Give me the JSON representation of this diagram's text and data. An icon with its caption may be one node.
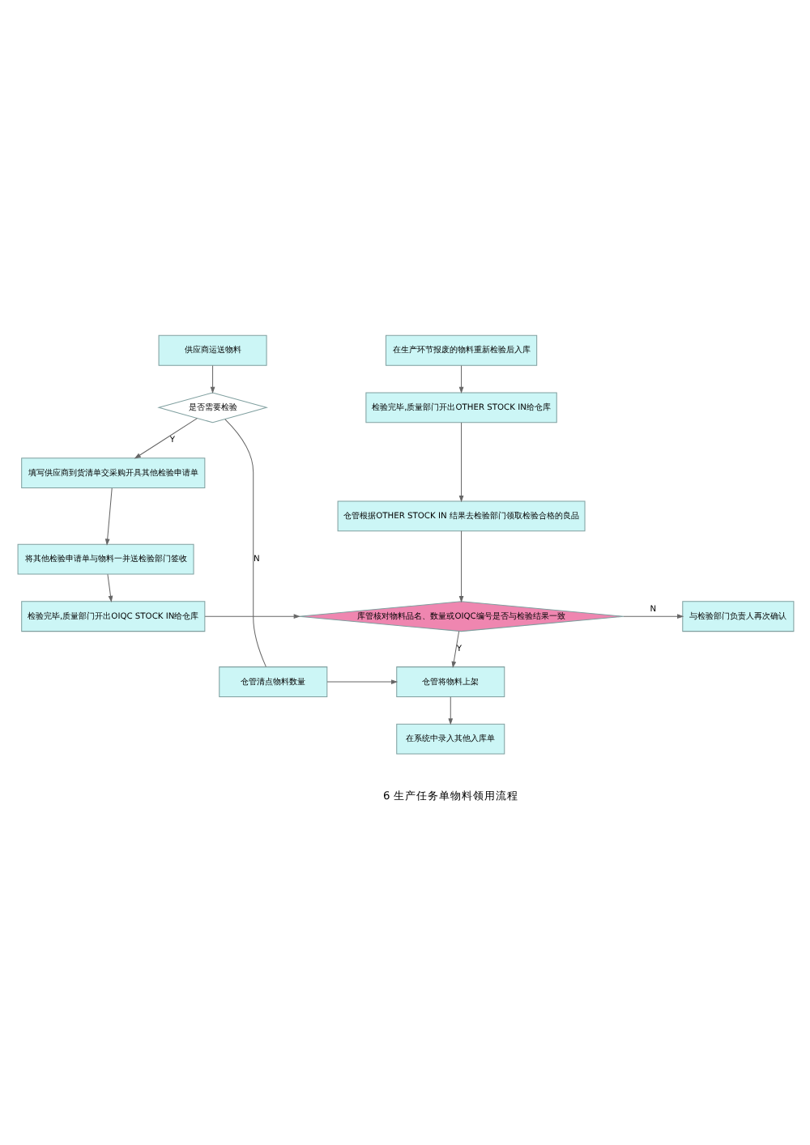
{
  "diagram": {
    "nodes": [
      {
        "text": [
          "在生产环节报废的物料重新检验后入库"
        ]
      },
      {
        "text": [
          "检验完毕,质量部门开出OTHER STOCK IN给仓库"
        ]
      },
      {
        "text": [
          "仓管根据OTHER STOCK IN 结果去检验部门领取检验合格的良品"
        ]
      },
      {
        "text": [
          "库管核对物料品名、数量或OIQC编号是否与检验结果一致"
        ]
      },
      {
        "text": [
          "与检验部门负责人再次确认"
        ]
      },
      {
        "text": [
          "仓管将物料上架"
        ]
      },
      {
        "text": [
          "在系统中录入其他入库单"
        ]
      },
      {
        "text": [
          "供应商运送物料"
        ]
      },
      {
        "text": [
          "是否需要检验"
        ]
      },
      {
        "text": [
          "填写供应商到货清单交采购开具其他检验申请单"
        ]
      },
      {
        "text": [
          "将其他检验申请单与物料一并送检验部门签收"
        ]
      },
      {
        "text": [
          "检验完毕,质量部门开出OIQC STOCK IN给仓库"
        ]
      },
      {
        "text": [
          "仓管清点物料数量"
        ]
      }
    ],
    "edges": [
      {
        "from": 0,
        "to": 1,
        "arrow": "to"
      },
      {
        "from": 1,
        "to": 2,
        "arrow": "to"
      },
      {
        "from": 2,
        "to": 3,
        "arrow": "to"
      },
      {
        "from": 3,
        "to": 4,
        "arrow": "to",
        "label": "N"
      },
      {
        "from": 3,
        "to": 5,
        "arrow": "to",
        "label": "Y"
      },
      {
        "from": 5,
        "to": 6,
        "arrow": "to"
      },
      {
        "from": 7,
        "to": 8,
        "arrow": "to"
      },
      {
        "from": 8,
        "to": 9,
        "arrow": "to",
        "label": "Y"
      },
      {
        "from": 9,
        "to": 10,
        "arrow": "to"
      },
      {
        "from": 10,
        "to": 11,
        "arrow": "to"
      },
      {
        "from": 11,
        "to": 3,
        "arrow": "to"
      },
      {
        "from": 8,
        "to": 12,
        "arrow": "none",
        "label": "N"
      },
      {
        "from": 12,
        "to": 5,
        "arrow": "to"
      }
    ],
    "labels": [
      "6 生产任务单物料领用流程"
    ]
  }
}
